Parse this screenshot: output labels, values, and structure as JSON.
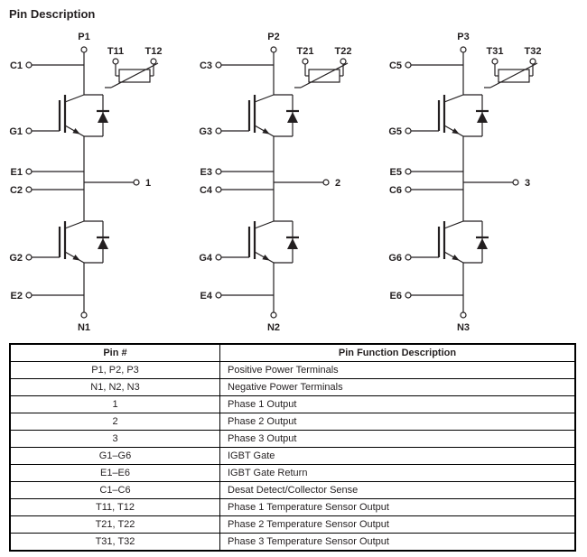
{
  "title": "Pin Description",
  "colors": {
    "ink": "#231f20",
    "background": "#ffffff"
  },
  "diagrams": [
    {
      "p": "P1",
      "t1": "T11",
      "t2": "T12",
      "c_top": "C1",
      "g_top": "G1",
      "e_top": "E1",
      "c_bot": "C2",
      "g_bot": "G2",
      "e_bot": "E2",
      "out": "1",
      "n": "N1"
    },
    {
      "p": "P2",
      "t1": "T21",
      "t2": "T22",
      "c_top": "C3",
      "g_top": "G3",
      "e_top": "E3",
      "c_bot": "C4",
      "g_bot": "G4",
      "e_bot": "E4",
      "out": "2",
      "n": "N2"
    },
    {
      "p": "P3",
      "t1": "T31",
      "t2": "T32",
      "c_top": "C5",
      "g_top": "G5",
      "e_top": "E5",
      "c_bot": "C6",
      "g_bot": "G6",
      "e_bot": "E6",
      "out": "3",
      "n": "N3"
    }
  ],
  "table": {
    "headers": [
      "Pin #",
      "Pin Function Description"
    ],
    "rows": [
      [
        "P1, P2, P3",
        "Positive Power Terminals"
      ],
      [
        "N1, N2, N3",
        "Negative Power Terminals"
      ],
      [
        "1",
        "Phase 1 Output"
      ],
      [
        "2",
        "Phase 2 Output"
      ],
      [
        "3",
        "Phase 3 Output"
      ],
      [
        "G1–G6",
        "IGBT Gate"
      ],
      [
        "E1–E6",
        "IGBT Gate Return"
      ],
      [
        "C1–C6",
        "Desat Detect/Collector Sense"
      ],
      [
        "T11, T12",
        "Phase 1 Temperature Sensor Output"
      ],
      [
        "T21, T22",
        "Phase 2 Temperature Sensor Output"
      ],
      [
        "T31, T32",
        "Phase 3 Temperature Sensor Output"
      ]
    ]
  }
}
